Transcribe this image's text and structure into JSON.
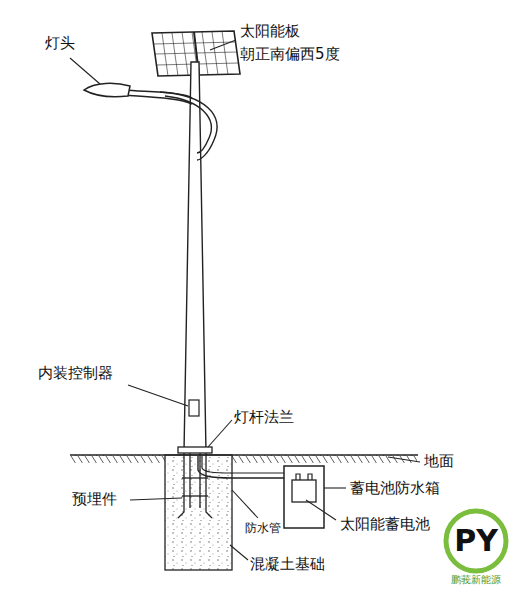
{
  "diagram": {
    "nodes": [
      {
        "text": [
          "PY",
          "鹏莪新能源"
        ]
      }
    ],
    "labels": [
      "灯头",
      "太阳能板",
      "朝正南偏西5度",
      "内装控制器",
      "灯杆法兰",
      "地面",
      "蓄电池防水箱",
      "预埋件",
      "防水管",
      "太阳能蓄电池",
      "混凝土基础"
    ]
  }
}
